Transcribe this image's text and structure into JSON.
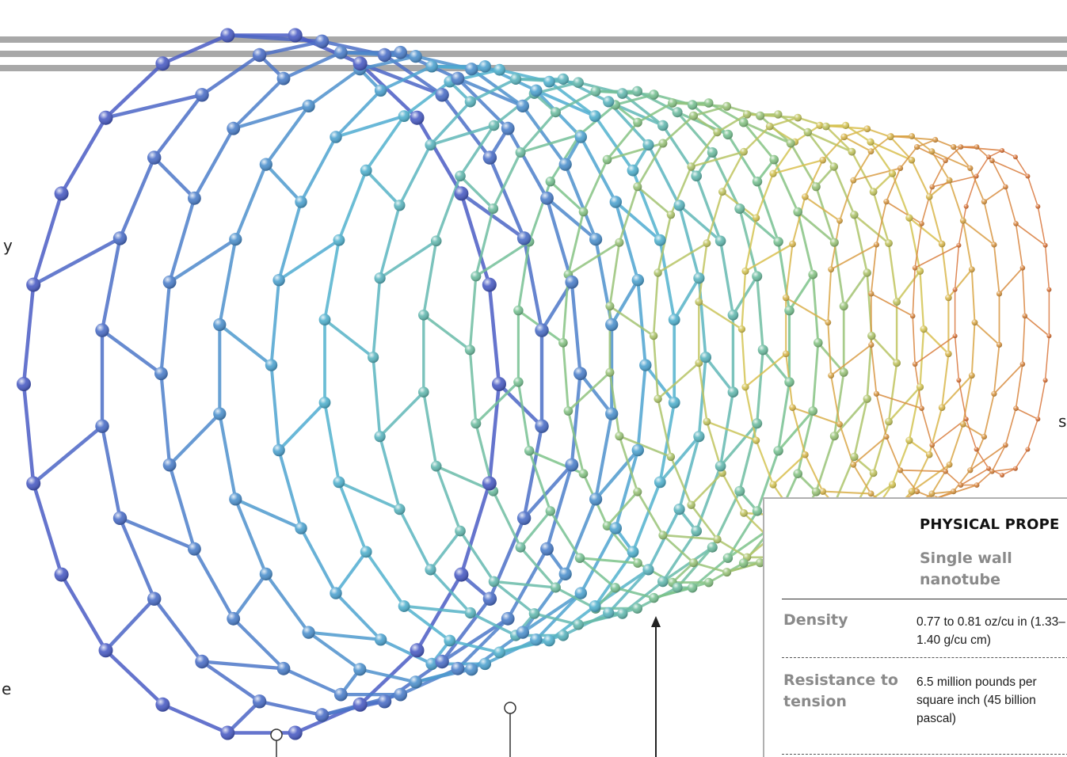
{
  "panel": {
    "title": "PHYSICAL PROPE",
    "column_header": "Single wall nanotube",
    "rows": [
      {
        "label": "Density",
        "value": "0.77 to 0.81 oz/cu in (1.33–1.40 g/cu cm)"
      },
      {
        "label": "Resistance to tension",
        "value": "6.5 million pounds per square inch (45 billion pascal)"
      }
    ]
  },
  "edge_fragments": {
    "left_top": "y",
    "left_bottom": "e",
    "right_mid": "s"
  },
  "colors": {
    "stripe": "#a8a8a8",
    "tube_front": "#4a5cc4",
    "tube_mid": "#4fb0d2",
    "tube_green": "#7cc38a",
    "tube_yellow": "#d9c450",
    "tube_back": "#d8743a",
    "atom_highlight": "#dfe6ff",
    "panel_border": "#b0b0b0",
    "panel_title": "#111111",
    "panel_label": "#8a8a8a"
  },
  "icons": {
    "molecule": "carbon-nanotube-illustration",
    "pointer": "arrow-up-icon",
    "callout": "callout-circle-icon"
  }
}
